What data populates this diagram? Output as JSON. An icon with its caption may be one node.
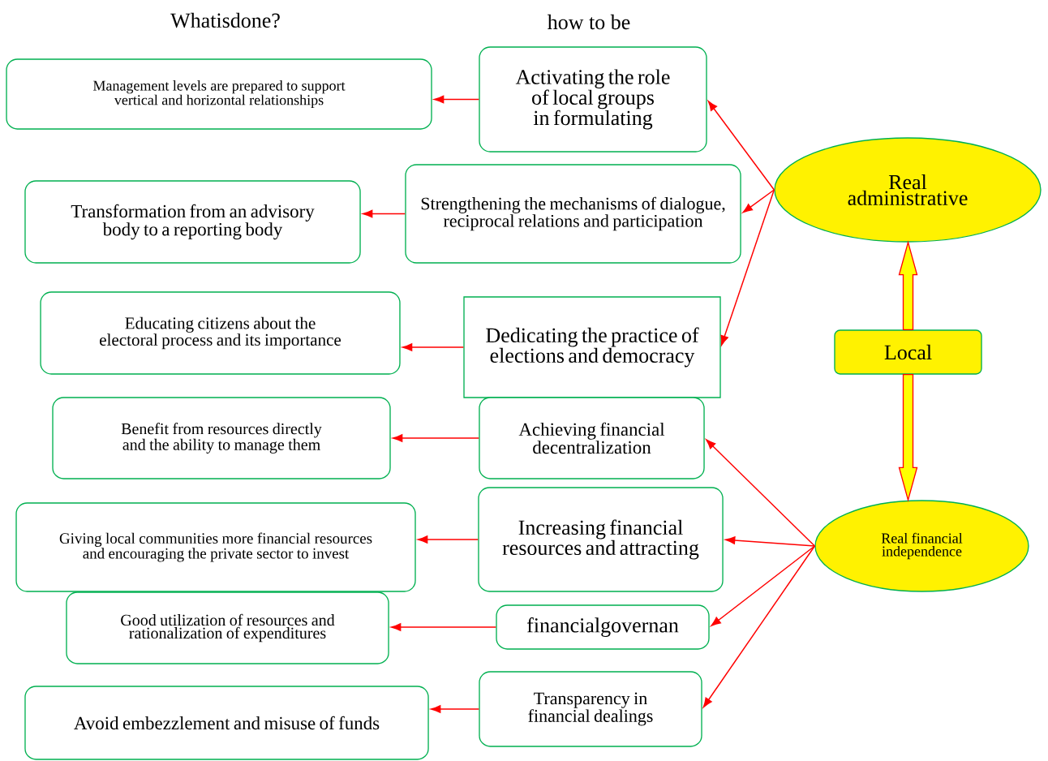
{
  "diagram": {
    "nodes": [
      {
        "text": [
          "Real administrative"
        ]
      },
      {
        "text": [
          "Local"
        ]
      },
      {
        "text": [
          "Real financial independence"
        ]
      },
      {
        "text": [
          "Activating the role of local groups in formulating"
        ]
      },
      {
        "text": [
          "Management levels are prepared to support vertical and horizontal relationships"
        ]
      },
      {
        "text": [
          "Strengthening the mechanisms of dialogue, reciprocal relations and participation"
        ]
      },
      {
        "text": [
          "Transformation from an advisory body to a reporting body"
        ]
      },
      {
        "text": [
          "Dedicating the practice of elections and democracy"
        ]
      },
      {
        "text": [
          "Educating citizens about the electoral process and its importance"
        ]
      },
      {
        "text": [
          "Achieving financial decentralization"
        ]
      },
      {
        "text": [
          "Benefit from resources directly and the ability to manage them"
        ]
      },
      {
        "text": [
          "Increasing financial resources and attracting"
        ]
      },
      {
        "text": [
          "Giving local communities more financial resources and encouraging the private sector to invest"
        ]
      },
      {
        "text": [
          "financialgovernan"
        ]
      },
      {
        "text": [
          "Good utilization of resources and rationalization of expenditures"
        ]
      },
      {
        "text": [
          "Transparency in financial dealings"
        ]
      },
      {
        "text": [
          "Avoid embezzlement and misuse of funds"
        ]
      }
    ],
    "edges": [
      {
        "from": 0,
        "to": 3,
        "arrow": "to"
      },
      {
        "from": 0,
        "to": 5,
        "arrow": "to"
      },
      {
        "from": 0,
        "to": 7,
        "arrow": "to"
      },
      {
        "from": 1,
        "to": 0,
        "arrow": "to",
        "style": "thick",
        "color": "#ffff00"
      },
      {
        "from": 1,
        "to": 2,
        "arrow": "to",
        "style": "thick",
        "color": "#ffff00"
      },
      {
        "from": 2,
        "to": 9,
        "arrow": "to"
      },
      {
        "from": 2,
        "to": 11,
        "arrow": "to"
      },
      {
        "from": 2,
        "to": 13,
        "arrow": "to"
      },
      {
        "from": 2,
        "to": 15,
        "arrow": "to"
      },
      {
        "from": 3,
        "to": 4,
        "arrow": "to"
      },
      {
        "from": 5,
        "to": 6,
        "arrow": "to"
      },
      {
        "from": 7,
        "to": 8,
        "arrow": "to"
      },
      {
        "from": 9,
        "to": 10,
        "arrow": "to"
      },
      {
        "from": 11,
        "to": 12,
        "arrow": "to"
      },
      {
        "from": 13,
        "to": 14,
        "arrow": "to"
      },
      {
        "from": 15,
        "to": 16,
        "arrow": "to"
      }
    ],
    "labels": [
      "Whatisdone?",
      "how to be"
    ]
  }
}
